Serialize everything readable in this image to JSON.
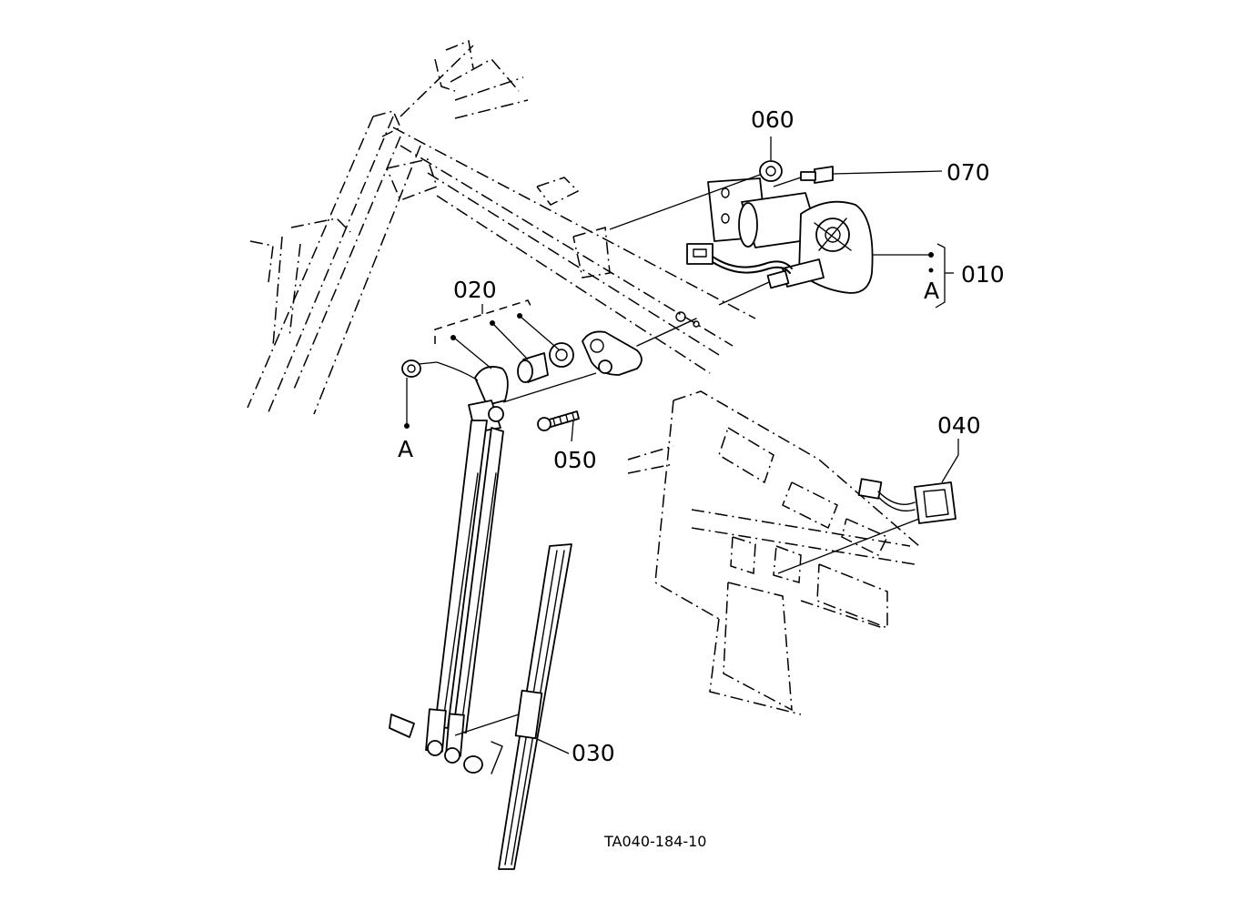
{
  "parts": {
    "p010": "010",
    "p020": "020",
    "p030": "030",
    "p040": "040",
    "p050": "050",
    "p060": "060",
    "p070": "070"
  },
  "markers": {
    "ref_a_arm": "A",
    "ref_a_motor": "A"
  },
  "figure_ref": "TA040-184-10"
}
